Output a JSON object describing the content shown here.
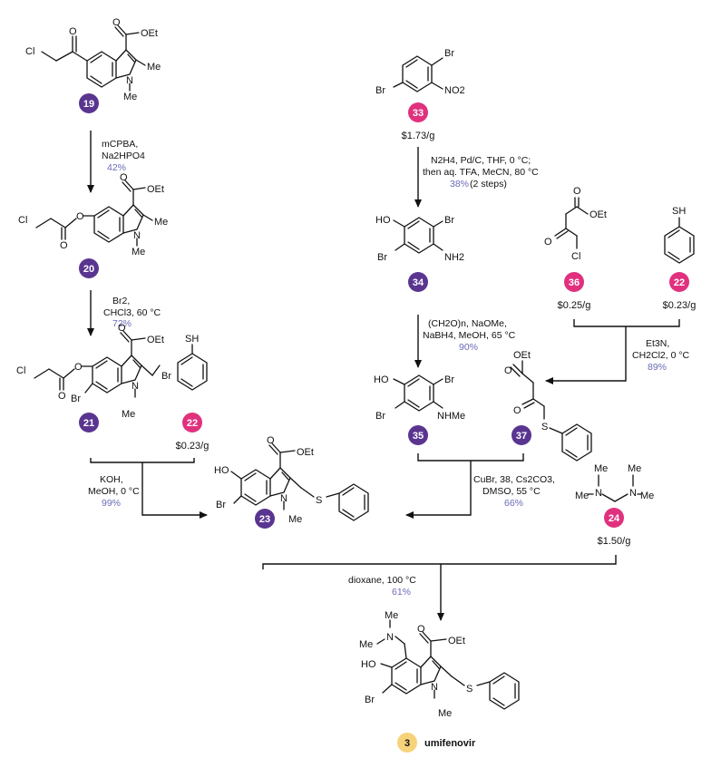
{
  "colors": {
    "purple": "#5a3590",
    "pink": "#e0317e",
    "yellow": "#f6d37a",
    "yield": "#6b6bb8"
  },
  "compounds": {
    "c19": "19",
    "c20": "20",
    "c21": "21",
    "c22": "22",
    "c23": "23",
    "c33": "33",
    "c34": "34",
    "c35": "35",
    "c36": "36",
    "c37": "37",
    "c24": "24",
    "c3": "3"
  },
  "final_product_name": "umifenovir",
  "prices": {
    "p22a": "$0.23/g",
    "p22b": "$0.23/g",
    "p33": "$1.73/g",
    "p36": "$0.25/g",
    "p24": "$1.50/g"
  },
  "steps": {
    "s1": {
      "line1": "mCPBA,",
      "line2": "Na2HPO4",
      "yield": "42%"
    },
    "s2": {
      "line1": "Br2,",
      "line2": "CHCl3, 60 °C",
      "yield": "72%"
    },
    "s3": {
      "line1": "KOH,",
      "line2": "MeOH, 0 °C",
      "yield": "99%"
    },
    "s4": {
      "line1": "N2H4, Pd/C, THF, 0 °C;",
      "line2": "then aq. TFA, MeCN, 80 °C",
      "yield": "38%",
      "note": "(2 steps)"
    },
    "s5": {
      "line1": "(CH2O)n, NaOMe,",
      "line2": "NaBH4, MeOH, 65 °C",
      "yield": "90%"
    },
    "s6": {
      "line1": "Et3N,",
      "line2": "CH2Cl2, 0 °C",
      "yield": "89%"
    },
    "s7": {
      "line1": "CuBr, 38, Cs2CO3,",
      "line2": "DMSO, 55 °C",
      "yield": "66%"
    },
    "s8": {
      "line1": "dioxane, 100 °C",
      "yield": "61%"
    }
  },
  "atoms": {
    "Cl": "Cl",
    "O": "O",
    "OEt": "OEt",
    "Me": "Me",
    "N": "N",
    "Br": "Br",
    "SH": "SH",
    "S": "S",
    "HO": "HO",
    "NH2": "NH2",
    "NHMe": "NHMe",
    "NO2": "NO2",
    "MeN": "Me–N"
  }
}
